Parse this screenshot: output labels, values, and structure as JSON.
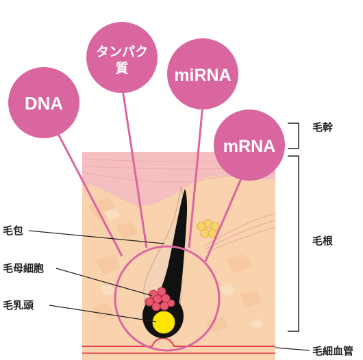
{
  "bubbles": {
    "dna": "DNA",
    "protein_line1": "タンパク",
    "protein_line2": "質",
    "mirna": "miRNA",
    "mrna": "mRNA"
  },
  "labels": {
    "shaft": "毛幹",
    "root": "毛根",
    "follicle": "毛包",
    "matrix_cells": "毛母細胞",
    "papilla": "毛乳頭",
    "capillary": "毛細血管"
  },
  "colors": {
    "bubble": "#d9669f",
    "connector": "#d9669f",
    "skin": "#f9d2ae",
    "epidermis": "#f5bfc2",
    "hair": "#111111",
    "papilla": "#ffe600",
    "matrix_cells": "#e8596f",
    "capillary": "#e83c4f"
  }
}
